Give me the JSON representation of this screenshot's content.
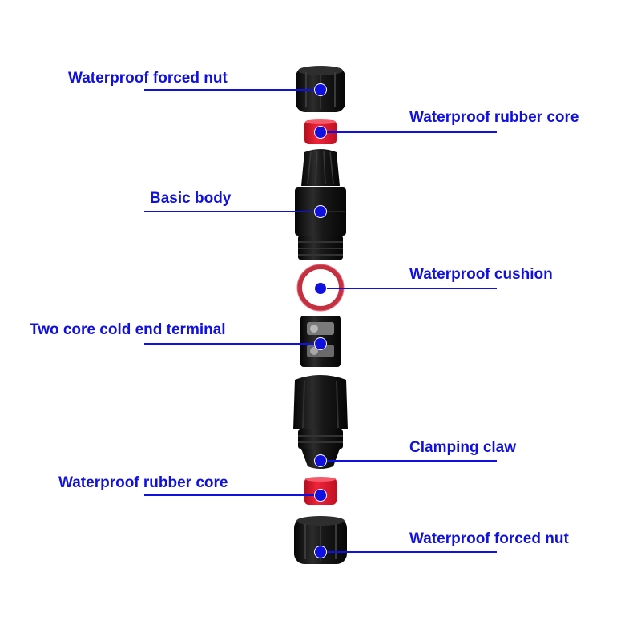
{
  "colors": {
    "label": "#1010e0",
    "part_black": "#141414",
    "rubber_red": "#e0192e",
    "background": "#ffffff"
  },
  "labels": {
    "nut_top": "Waterproof forced nut",
    "rubber_core_top": "Waterproof rubber core",
    "basic_body": "Basic body",
    "cushion": "Waterproof cushion",
    "terminal": "Two core cold end terminal",
    "clamping_claw": "Clamping claw",
    "rubber_core_bottom": "Waterproof rubber core",
    "nut_bottom": "Waterproof forced nut"
  }
}
